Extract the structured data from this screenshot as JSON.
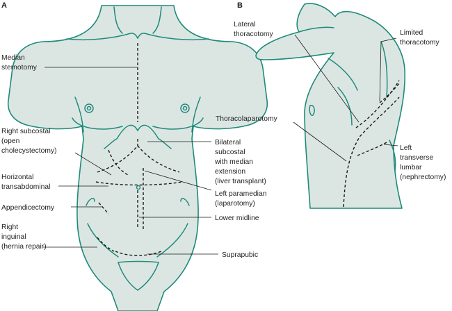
{
  "panels": {
    "a": "A",
    "b": "B"
  },
  "labels": {
    "median_sternotomy": [
      "Median",
      "sternotomy"
    ],
    "right_subcostal": [
      "Right subcostal",
      "(open",
      "cholecystectomy)"
    ],
    "horizontal_transabdominal": [
      "Horizontal",
      "transabdominal"
    ],
    "appendicectomy": [
      "Appendicectomy"
    ],
    "right_inguinal": [
      "Right",
      "inguinal",
      "(hernia repair)"
    ],
    "bilateral_subcostal": [
      "Bilateral",
      "subcostal",
      "with median",
      "extension",
      "(liver transplant)"
    ],
    "left_paramedian": [
      "Left paramedian",
      "(laparotomy)"
    ],
    "lower_midline": [
      "Lower midline"
    ],
    "suprapubic": [
      "Suprapubic"
    ],
    "lateral_thoracotomy": [
      "Lateral",
      "thoracotomy"
    ],
    "limited_thoracotomy": [
      "Limited",
      "thoracotomy"
    ],
    "thoracolaparotomy": [
      "Thoracolaparotomy"
    ],
    "left_transverse_lumbar": [
      "Left",
      "transverse",
      "lumbar",
      "(nephrectomy)"
    ]
  },
  "colors": {
    "outline": "#1f8a7a",
    "skin": "#dbe6e3",
    "incision": "#1a1a1a",
    "text": "#222222"
  }
}
